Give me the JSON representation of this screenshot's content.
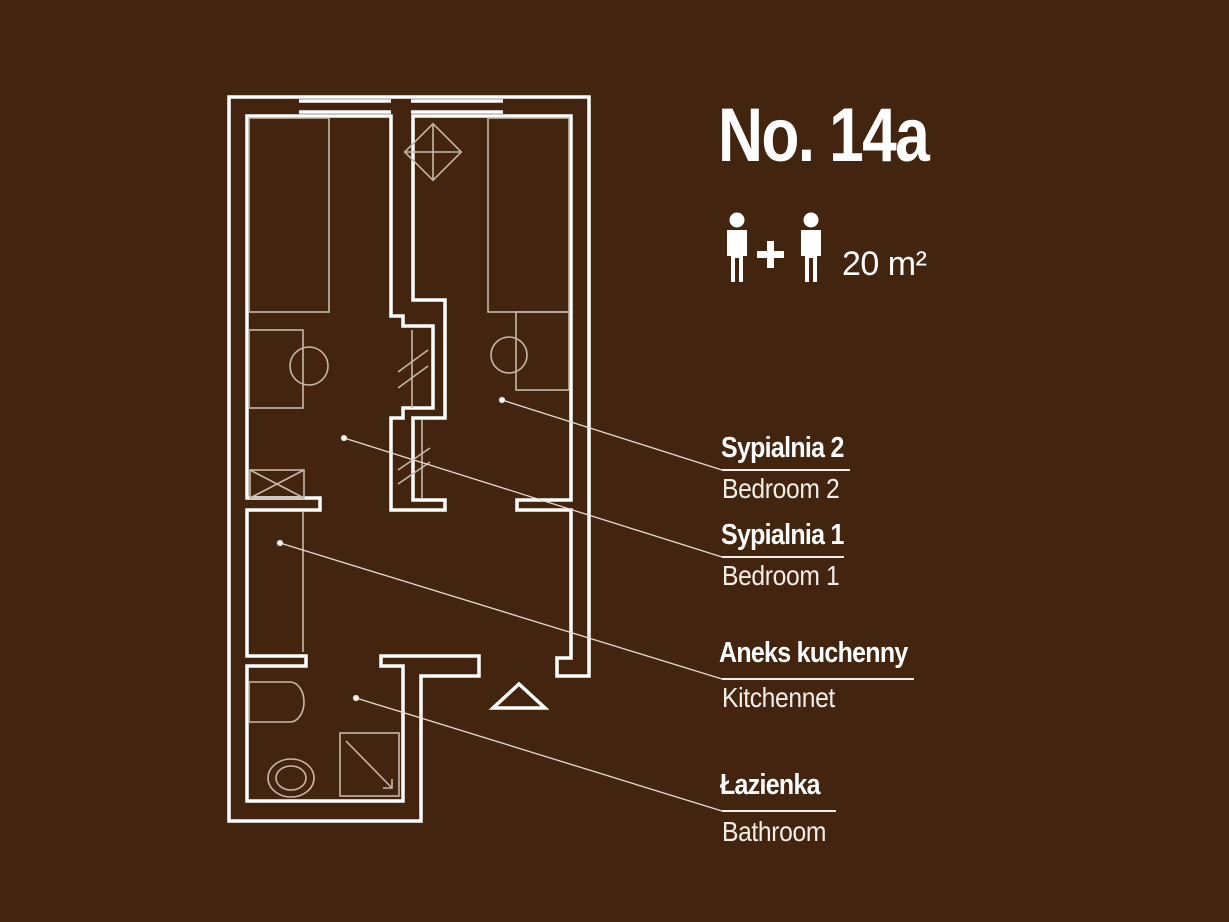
{
  "apartment": {
    "number": "No. 14a",
    "area": "20 m²",
    "occupancy_icon": "two-persons-icon"
  },
  "rooms": [
    {
      "name_pl": "Sypialnia 2",
      "name_en": "Bedroom 2"
    },
    {
      "name_pl": "Sypialnia 1",
      "name_en": "Bedroom 1"
    },
    {
      "name_pl": "Aneks kuchenny",
      "name_en": "Kitchennet"
    },
    {
      "name_pl": "Łazienka",
      "name_en": "Bathroom"
    }
  ],
  "colors": {
    "background": "#43240e",
    "walls": "#ffffff",
    "fixtures": "#c7b7a8",
    "leader_lines": "#e6dbd1"
  }
}
